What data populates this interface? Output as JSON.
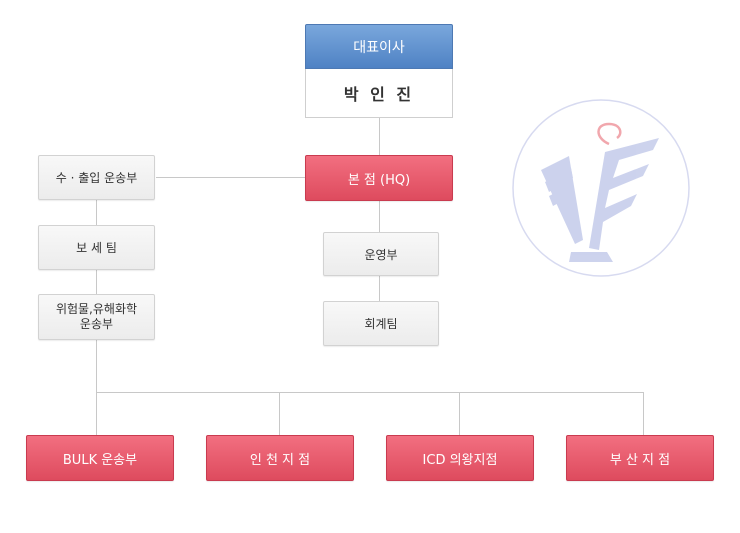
{
  "ceo": {
    "title": "대표이사",
    "name": "박 인 진"
  },
  "hq": "본 점 (HQ)",
  "left_chain": [
    "수 · 출입 운송부",
    "보 세 팀",
    "위험물,유해화학\n운송부"
  ],
  "center_chain": [
    "운영부",
    "회계팀"
  ],
  "branches": [
    "BULK 운송부",
    "인 천 지 점",
    "ICD 의왕지점",
    "부 산 지 점"
  ],
  "colors": {
    "ceo_header": "#5b8ccc",
    "hq": "#e8566a",
    "branch": "#e8566a",
    "neutral_box": "#f0f0f0",
    "logo": "#b9c2e6"
  },
  "logo_icon": "company-v-logo-icon"
}
